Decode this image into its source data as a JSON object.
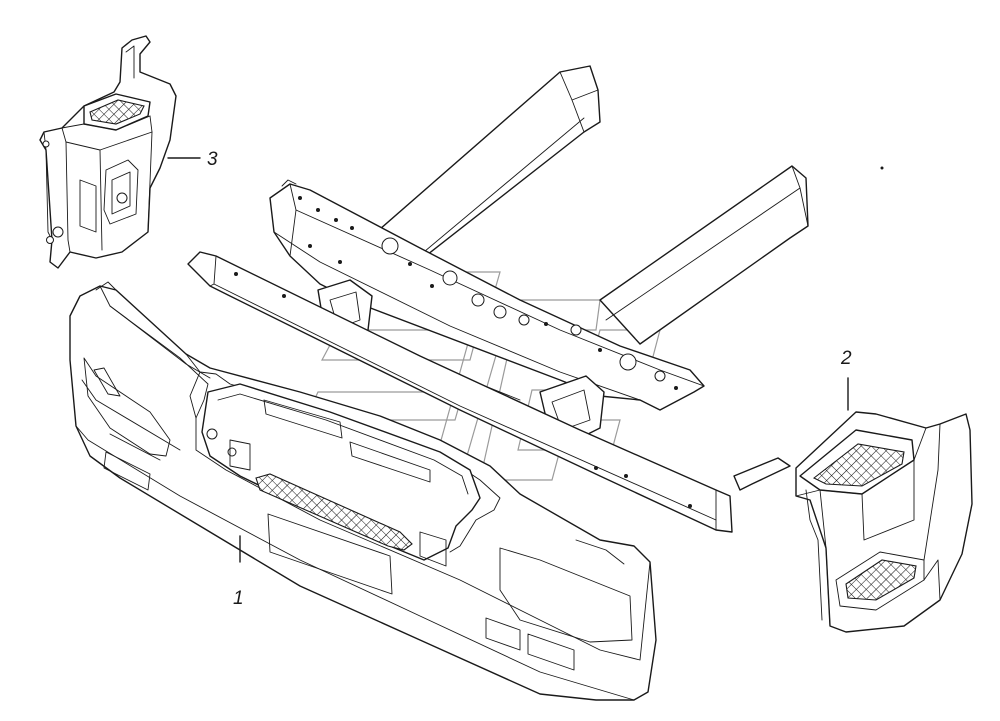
{
  "callouts": [
    {
      "id": "front-bumper",
      "label": "1"
    },
    {
      "id": "right-step",
      "label": "2"
    },
    {
      "id": "left-step",
      "label": "3"
    }
  ],
  "colors": {
    "line": "#1a1a1a",
    "background": "#ffffff",
    "watermark": "#9a9a9a"
  }
}
